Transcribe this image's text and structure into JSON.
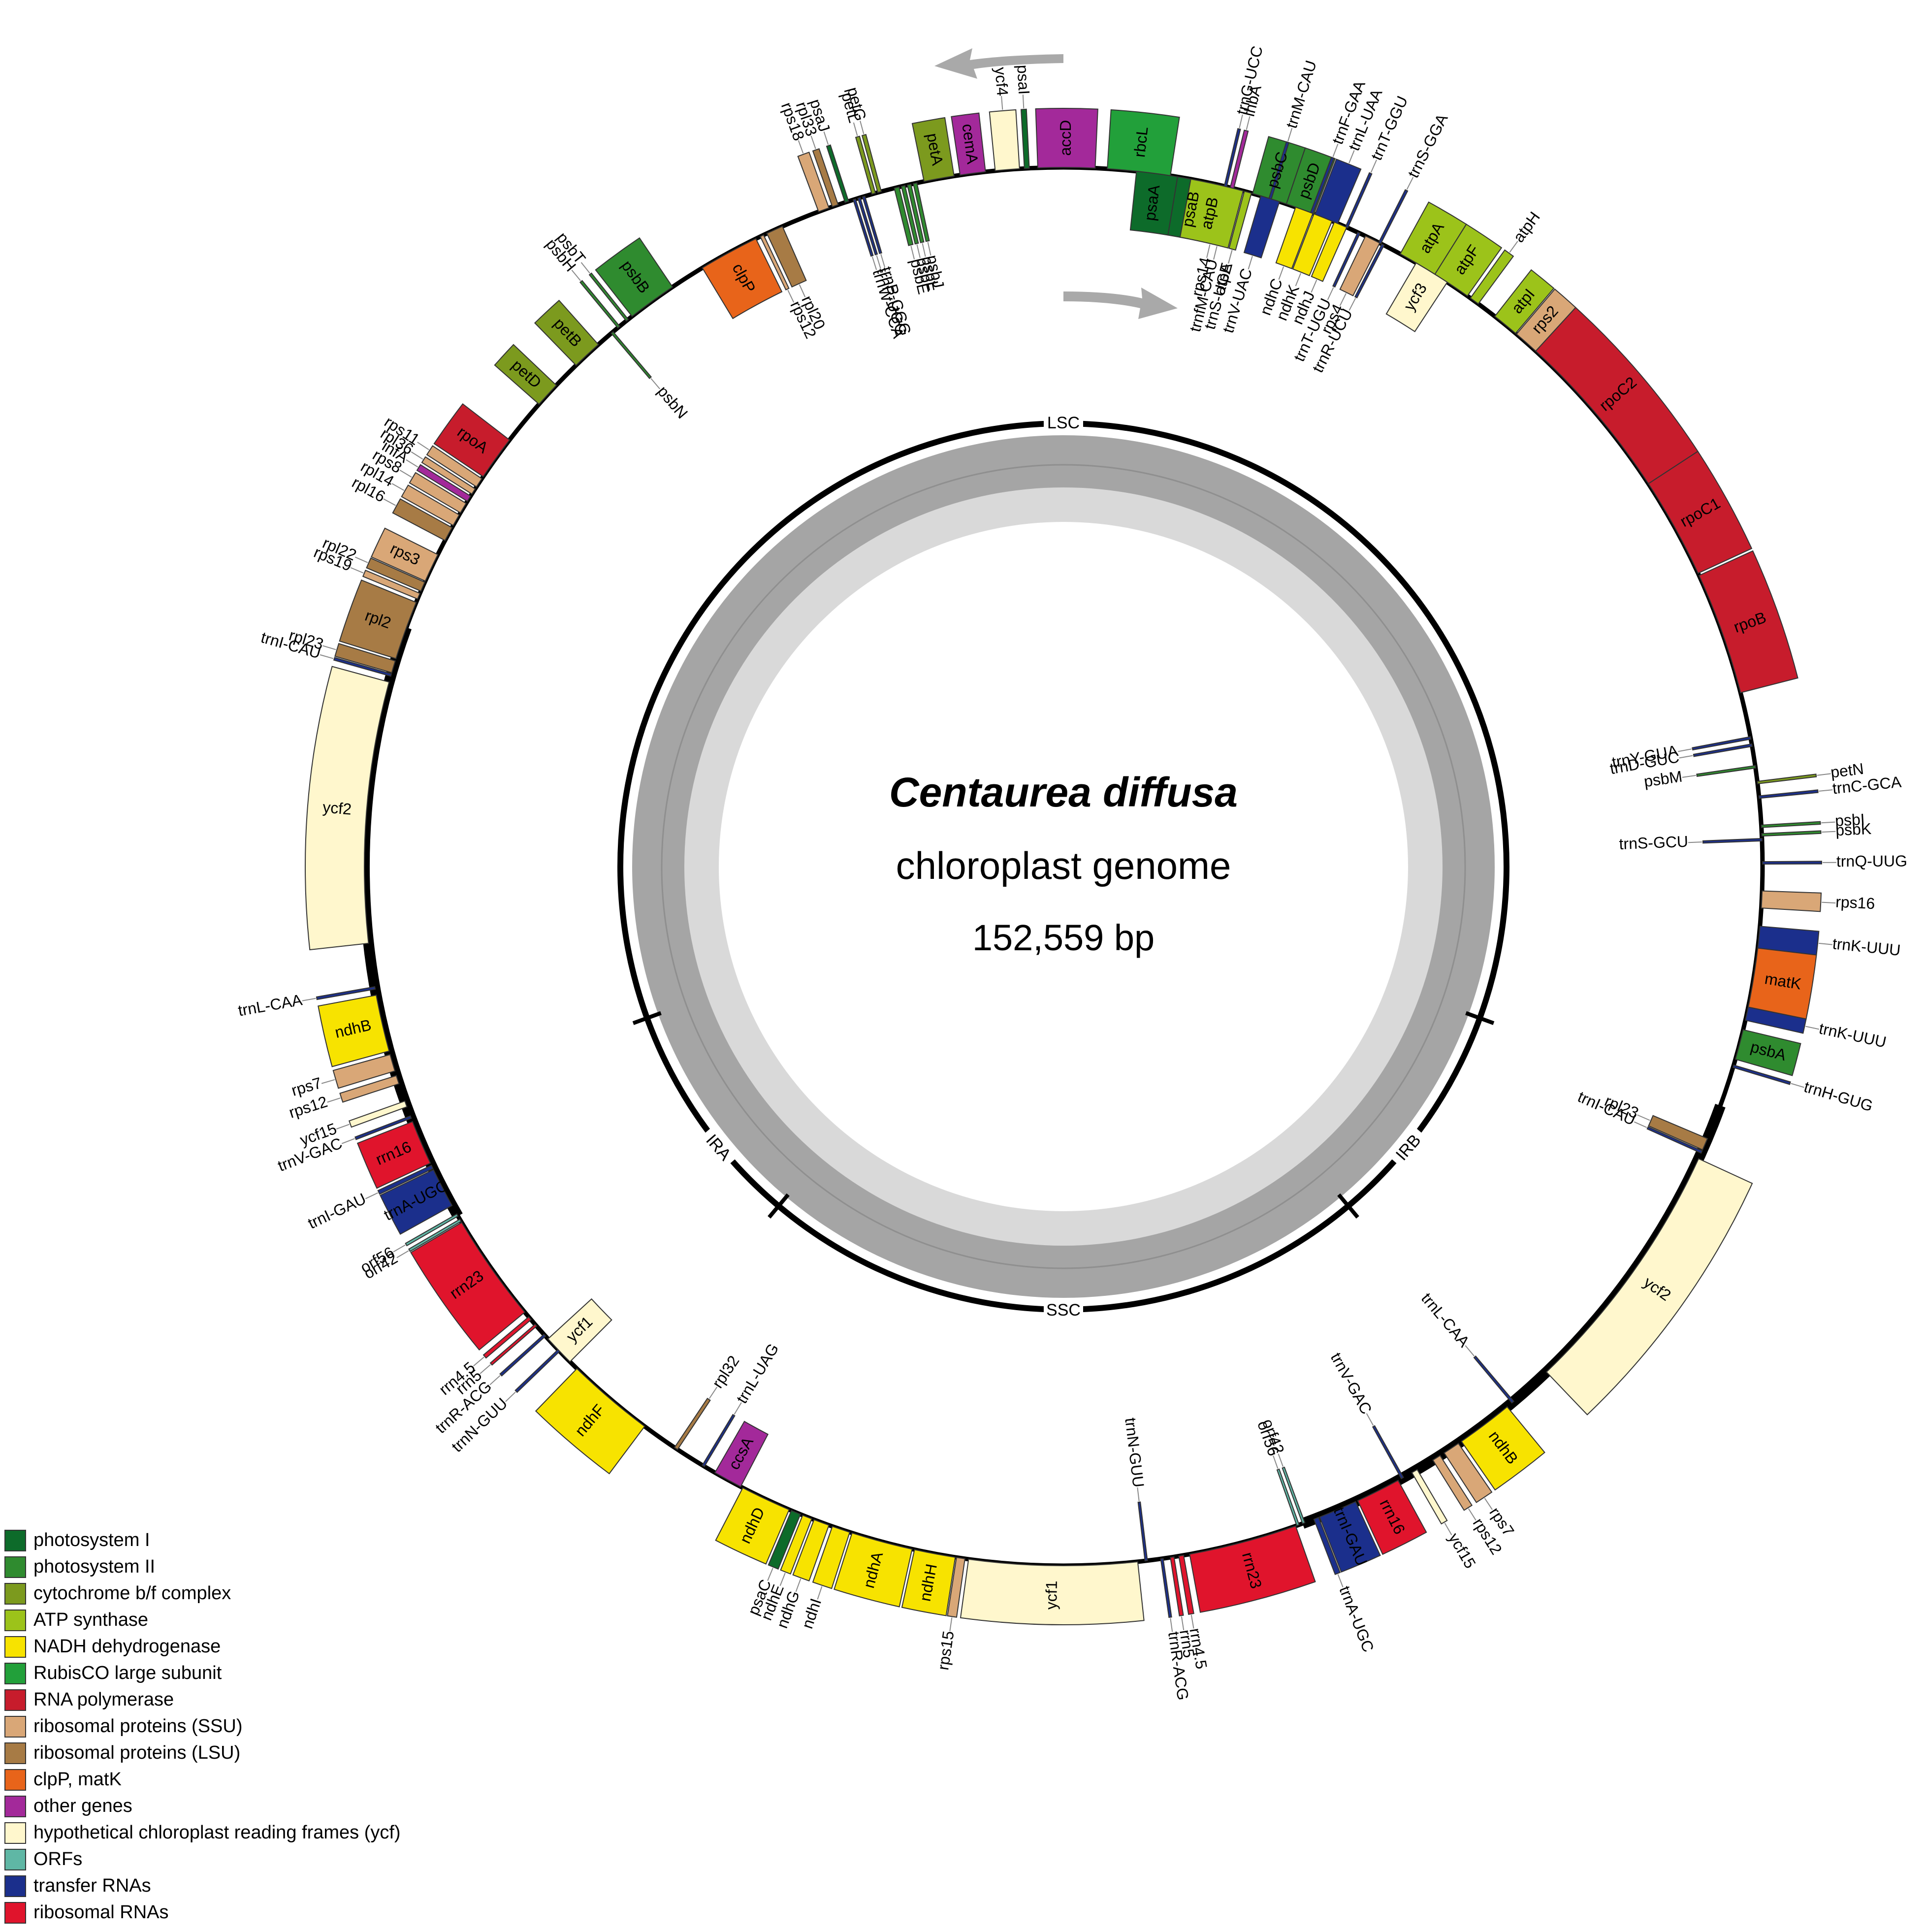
{
  "title": {
    "species": "Centaurea diffusa",
    "subtitle": "chloroplast genome",
    "size": "152,559 bp"
  },
  "regions": [
    "LSC",
    "IRB",
    "SSC",
    "IRA"
  ],
  "colors": {
    "photosystem_I": "#0d6b2a",
    "photosystem_II": "#2f8b2f",
    "cytochrome": "#7c9a1e",
    "atp": "#9cc31a",
    "ndh": "#f7e300",
    "rubisco": "#22a03a",
    "rna_pol": "#c71c2c",
    "rps": "#d9a777",
    "rpl": "#a77b45",
    "clp": "#e8641a",
    "other": "#a3299a",
    "ycf": "#fff7cd",
    "orf": "#5fb7a5",
    "trna": "#1b2f8c",
    "rrna": "#e0142c"
  },
  "legend": [
    {
      "label": "photosystem I",
      "color": "#0d6b2a"
    },
    {
      "label": "photosystem II",
      "color": "#2f8b2f"
    },
    {
      "label": "cytochrome b/f complex",
      "color": "#7c9a1e"
    },
    {
      "label": "ATP synthase",
      "color": "#9cc31a"
    },
    {
      "label": "NADH dehydrogenase",
      "color": "#f7e300"
    },
    {
      "label": "RubisCO large subunit",
      "color": "#22a03a"
    },
    {
      "label": "RNA polymerase",
      "color": "#c71c2c"
    },
    {
      "label": "ribosomal proteins (SSU)",
      "color": "#d9a777"
    },
    {
      "label": "ribosomal proteins (LSU)",
      "color": "#a77b45"
    },
    {
      "label": "clpP, matK",
      "color": "#e8641a"
    },
    {
      "label": "other genes",
      "color": "#a3299a"
    },
    {
      "label": "hypothetical chloroplast reading frames (ycf)",
      "color": "#fff7cd"
    },
    {
      "label": "ORFs",
      "color": "#5fb7a5"
    },
    {
      "label": "transfer RNAs",
      "color": "#1b2f8c"
    },
    {
      "label": "ribosomal RNAs",
      "color": "#e0142c"
    }
  ],
  "genes": [
    {
      "name": "psaA",
      "type": "photosystem_I",
      "s": 6.0,
      "e": 9.4,
      "side": "in"
    },
    {
      "name": "psaB",
      "type": "photosystem_I",
      "s": 9.4,
      "e": 12.7,
      "side": "in"
    },
    {
      "name": "rps14",
      "type": "rps",
      "s": 12.9,
      "e": 13.6,
      "side": "in"
    },
    {
      "name": "trnfM-CAU",
      "type": "trna",
      "s": 13.8,
      "e": 14.0,
      "side": "in"
    },
    {
      "name": "trnS-UGA",
      "type": "trna",
      "s": 15.2,
      "e": 15.4,
      "side": "in"
    },
    {
      "name": "trnG-UCC",
      "type": "trna",
      "s": 13.3,
      "e": 13.5,
      "side": "out"
    },
    {
      "name": "lhbA",
      "type": "other",
      "s": 13.8,
      "e": 14.1,
      "side": "out"
    },
    {
      "name": "psbC",
      "type": "photosystem_II",
      "s": 15.7,
      "e": 18.6,
      "side": "out"
    },
    {
      "name": "psbD",
      "type": "photosystem_II",
      "s": 18.6,
      "e": 21.0,
      "side": "out"
    },
    {
      "name": "trnT-GGU",
      "type": "trna",
      "s": 23.8,
      "e": 24.0,
      "side": "out"
    },
    {
      "name": "trnR-UCU",
      "type": "trna",
      "s": 27.1,
      "e": 27.3,
      "side": "in"
    },
    {
      "name": "atpA",
      "type": "atp",
      "s": 28.8,
      "e": 32.1,
      "side": "out"
    },
    {
      "name": "atpF",
      "type": "atp",
      "s": 32.1,
      "e": 35.3,
      "side": "out"
    },
    {
      "name": "atpH",
      "type": "atp",
      "s": 35.6,
      "e": 36.4,
      "side": "out"
    },
    {
      "name": "atpI",
      "type": "atp",
      "s": 38.1,
      "e": 40.3,
      "side": "out"
    },
    {
      "name": "rps2",
      "type": "rps",
      "s": 40.4,
      "e": 42.5,
      "side": "out"
    },
    {
      "name": "rpoC2",
      "type": "rna_pol",
      "s": 42.5,
      "e": 56.8,
      "side": "out"
    },
    {
      "name": "rpoC1",
      "type": "rna_pol",
      "s": 56.8,
      "e": 65.2,
      "side": "out"
    },
    {
      "name": "rpoB",
      "type": "rna_pol",
      "s": 65.4,
      "e": 75.6,
      "side": "out"
    },
    {
      "name": "trnY-GUA",
      "type": "trna",
      "s": 79.3,
      "e": 79.5,
      "side": "in"
    },
    {
      "name": "trnD-GUC",
      "type": "trna",
      "s": 79.9,
      "e": 80.1,
      "side": "in"
    },
    {
      "name": "psbM",
      "type": "photosystem_II",
      "s": 81.7,
      "e": 81.9,
      "side": "in"
    },
    {
      "name": "petN",
      "type": "cytochrome",
      "s": 83.0,
      "e": 83.2,
      "side": "out"
    },
    {
      "name": "trnC-GCA",
      "type": "trna",
      "s": 84.2,
      "e": 84.4,
      "side": "out"
    },
    {
      "name": "trnS-GCU",
      "type": "trna",
      "s": 87.7,
      "e": 87.9,
      "side": "in"
    },
    {
      "name": "psbI",
      "type": "photosystem_II",
      "s": 86.6,
      "e": 86.8,
      "side": "out"
    },
    {
      "name": "psbK",
      "type": "photosystem_II",
      "s": 87.3,
      "e": 87.5,
      "side": "out"
    },
    {
      "name": "trnQ-UUG",
      "type": "trna",
      "s": 89.6,
      "e": 89.8,
      "side": "out"
    },
    {
      "name": "rps16",
      "type": "rps",
      "s": 92.0,
      "e": 93.4,
      "side": "out"
    },
    {
      "name": "trnK-UUU",
      "type": "trna",
      "s": 94.9,
      "e": 96.7,
      "side": "out"
    },
    {
      "name": "matK",
      "type": "clp",
      "s": 96.7,
      "e": 101.6,
      "side": "out"
    },
    {
      "name": "trnK-UUU",
      "type": "trna",
      "s": 101.6,
      "e": 102.7,
      "side": "out"
    },
    {
      "name": "psbA",
      "type": "photosystem_II",
      "s": 103.5,
      "e": 106.0,
      "side": "out"
    },
    {
      "name": "trnH-GUG",
      "type": "trna",
      "s": 106.5,
      "e": 106.7,
      "side": "out"
    },
    {
      "name": "rpl23",
      "type": "rpl",
      "s": 112.9,
      "e": 113.9,
      "side": "in"
    },
    {
      "name": "trnI-CAU",
      "type": "trna",
      "s": 114.0,
      "e": 114.2,
      "side": "in"
    },
    {
      "name": "ycf2",
      "type": "ycf",
      "s": 114.7,
      "e": 136.3,
      "side": "out"
    },
    {
      "name": "trnL-CAA",
      "type": "trna",
      "s": 139.9,
      "e": 140.1,
      "side": "in"
    },
    {
      "name": "ndhB",
      "type": "ndh",
      "s": 140.6,
      "e": 145.3,
      "side": "out"
    },
    {
      "name": "rps7",
      "type": "rps",
      "s": 145.6,
      "e": 147.0,
      "side": "out"
    },
    {
      "name": "rps12",
      "type": "rps",
      "s": 147.4,
      "e": 148.1,
      "side": "out"
    },
    {
      "name": "ycf15",
      "type": "ycf",
      "s": 149.6,
      "e": 150.1,
      "side": "out"
    },
    {
      "name": "trnV-GAC",
      "type": "trna",
      "s": 150.9,
      "e": 151.1,
      "side": "in"
    },
    {
      "name": "rrn16",
      "type": "rrna",
      "s": 151.4,
      "e": 155.1,
      "side": "out"
    },
    {
      "name": "trnI-GAU",
      "type": "trna",
      "s": 155.3,
      "e": 158.5,
      "side": "out"
    },
    {
      "name": "trnA-UGC",
      "type": "trna",
      "s": 158.6,
      "e": 159.0,
      "side": "out"
    },
    {
      "name": "orf42",
      "type": "orf",
      "s": 159.8,
      "e": 160.0,
      "side": "in"
    },
    {
      "name": "orf56",
      "type": "orf",
      "s": 160.3,
      "e": 160.5,
      "side": "in"
    },
    {
      "name": "rrn23",
      "type": "rrna",
      "s": 160.6,
      "e": 169.6,
      "side": "out"
    },
    {
      "name": "rrn4.5",
      "type": "rrna",
      "s": 170.1,
      "e": 170.5,
      "side": "out"
    },
    {
      "name": "rrn5",
      "type": "rrna",
      "s": 170.9,
      "e": 171.2,
      "side": "out"
    },
    {
      "name": "trnR-ACG",
      "type": "trna",
      "s": 171.8,
      "e": 172.0,
      "side": "out"
    },
    {
      "name": "trnN-GUU",
      "type": "trna",
      "s": 173.1,
      "e": 173.3,
      "side": "in"
    },
    {
      "name": "ycf1",
      "type": "ycf",
      "s": 173.9,
      "e": 187.8,
      "side": "out"
    },
    {
      "name": "rps15",
      "type": "rps",
      "s": 188.1,
      "e": 188.8,
      "side": "out"
    },
    {
      "name": "ndhH",
      "type": "ndh",
      "s": 188.9,
      "e": 192.3,
      "side": "out"
    },
    {
      "name": "ndhA",
      "type": "ndh",
      "s": 192.5,
      "e": 197.6,
      "side": "out"
    },
    {
      "name": "ndhI",
      "type": "ndh",
      "s": 197.8,
      "e": 199.3,
      "side": "out"
    },
    {
      "name": "ndhG",
      "type": "ndh",
      "s": 199.6,
      "e": 200.9,
      "side": "out"
    },
    {
      "name": "ndhE",
      "type": "ndh",
      "s": 201.1,
      "e": 201.9,
      "side": "out"
    },
    {
      "name": "psaC",
      "type": "photosystem_I",
      "s": 202.1,
      "e": 202.9,
      "side": "out"
    },
    {
      "name": "ndhD",
      "type": "ndh",
      "s": 203.1,
      "e": 207.3,
      "side": "out"
    },
    {
      "name": "ccsA",
      "type": "other",
      "s": 207.5,
      "e": 209.9,
      "side": "in"
    },
    {
      "name": "trnL-UAG",
      "type": "trna",
      "s": 210.9,
      "e": 211.1,
      "side": "in"
    },
    {
      "name": "rpl32",
      "type": "rpl",
      "s": 213.5,
      "e": 213.8,
      "side": "in"
    },
    {
      "name": "ndhF",
      "type": "ndh",
      "s": 216.8,
      "e": 224.1,
      "side": "out"
    },
    {
      "name": "trnN-GUU",
      "type": "trna",
      "s": 226.1,
      "e": 226.3,
      "side": "out"
    },
    {
      "name": "ycf1",
      "type": "ycf",
      "s": 224.9,
      "e": 227.5,
      "side": "in"
    },
    {
      "name": "trnR-ACG",
      "type": "trna",
      "s": 227.8,
      "e": 228.0,
      "side": "out"
    },
    {
      "name": "rrn5",
      "type": "rrna",
      "s": 228.9,
      "e": 229.1,
      "side": "out"
    },
    {
      "name": "rrn4.5",
      "type": "rrna",
      "s": 229.6,
      "e": 229.9,
      "side": "out"
    },
    {
      "name": "rrn23",
      "type": "rrna",
      "s": 230.4,
      "e": 239.4,
      "side": "out"
    },
    {
      "name": "orf42",
      "type": "orf",
      "s": 239.5,
      "e": 239.7,
      "side": "out"
    },
    {
      "name": "orf56",
      "type": "orf",
      "s": 240.0,
      "e": 240.2,
      "side": "out"
    },
    {
      "name": "trnA-UGC",
      "type": "trna",
      "s": 241.0,
      "e": 244.3,
      "side": "out"
    },
    {
      "name": "trnI-GAU",
      "type": "trna",
      "s": 244.4,
      "e": 244.7,
      "side": "out"
    },
    {
      "name": "rrn16",
      "type": "rrna",
      "s": 244.9,
      "e": 248.6,
      "side": "out"
    },
    {
      "name": "trnV-GAC",
      "type": "trna",
      "s": 248.9,
      "e": 249.1,
      "side": "out"
    },
    {
      "name": "ycf15",
      "type": "ycf",
      "s": 249.9,
      "e": 250.4,
      "side": "out"
    },
    {
      "name": "rps12",
      "type": "rps",
      "s": 251.9,
      "e": 252.6,
      "side": "out"
    },
    {
      "name": "rps7",
      "type": "rps",
      "s": 253.0,
      "e": 254.4,
      "side": "out"
    },
    {
      "name": "ndhB",
      "type": "ndh",
      "s": 254.7,
      "e": 259.4,
      "side": "out"
    },
    {
      "name": "trnL-CAA",
      "type": "trna",
      "s": 259.9,
      "e": 260.1,
      "side": "out"
    },
    {
      "name": "ycf2",
      "type": "ycf",
      "s": 263.7,
      "e": 285.3,
      "side": "out"
    },
    {
      "name": "trnI-CAU",
      "type": "trna",
      "s": 285.8,
      "e": 286.0,
      "side": "out"
    },
    {
      "name": "rpl23",
      "type": "rpl",
      "s": 286.1,
      "e": 287.1,
      "side": "out"
    },
    {
      "name": "rpl2",
      "type": "rpl",
      "s": 287.3,
      "e": 292.2,
      "side": "out"
    },
    {
      "name": "rps19",
      "type": "rps",
      "s": 292.5,
      "e": 293.0,
      "side": "out"
    },
    {
      "name": "rpl22",
      "type": "rpl",
      "s": 293.2,
      "e": 294.0,
      "side": "out"
    },
    {
      "name": "rps3",
      "type": "rps",
      "s": 294.1,
      "e": 296.5,
      "side": "out"
    },
    {
      "name": "rpl16",
      "type": "rpl",
      "s": 297.8,
      "e": 299.0,
      "side": "out"
    },
    {
      "name": "rpl14",
      "type": "rps",
      "s": 299.2,
      "e": 300.2,
      "side": "out"
    },
    {
      "name": "rps8",
      "type": "rps",
      "s": 300.4,
      "e": 301.3,
      "side": "out"
    },
    {
      "name": "infA",
      "type": "other",
      "s": 301.5,
      "e": 302.0,
      "side": "out"
    },
    {
      "name": "rpl36",
      "type": "rps",
      "s": 302.2,
      "e": 302.7,
      "side": "out"
    },
    {
      "name": "rps11",
      "type": "rps",
      "s": 302.9,
      "e": 303.7,
      "side": "out"
    },
    {
      "name": "rpoA",
      "type": "rna_pol",
      "s": 303.9,
      "e": 307.6,
      "side": "out"
    },
    {
      "name": "petD",
      "type": "cytochrome",
      "s": 311.4,
      "e": 313.5,
      "side": "out"
    },
    {
      "name": "petB",
      "type": "cytochrome",
      "s": 315.8,
      "e": 318.3,
      "side": "out"
    },
    {
      "name": "psbN",
      "type": "photosystem_II",
      "s": 319.7,
      "e": 319.9,
      "side": "in"
    },
    {
      "name": "psbH",
      "type": "photosystem_II",
      "s": 320.4,
      "e": 320.6,
      "side": "out"
    },
    {
      "name": "psbT",
      "type": "photosystem_II",
      "s": 321.3,
      "e": 321.5,
      "side": "out"
    },
    {
      "name": "psbB",
      "type": "photosystem_II",
      "s": 321.9,
      "e": 326.0,
      "side": "out"
    },
    {
      "name": "clpP",
      "type": "clp",
      "s": 328.9,
      "e": 333.9,
      "side": "in"
    },
    {
      "name": "rps12",
      "type": "rps",
      "s": 334.3,
      "e": 334.6,
      "side": "in"
    },
    {
      "name": "rpl20",
      "type": "rpl",
      "s": 334.9,
      "e": 336.3,
      "side": "in"
    },
    {
      "name": "rps18",
      "type": "rps",
      "s": 339.5,
      "e": 340.4,
      "side": "out"
    },
    {
      "name": "rpl33",
      "type": "rpl",
      "s": 340.7,
      "e": 341.2,
      "side": "out"
    },
    {
      "name": "psaJ",
      "type": "photosystem_I",
      "s": 341.8,
      "e": 342.1,
      "side": "out"
    },
    {
      "name": "trnW-CCA",
      "type": "trna",
      "s": 342.5,
      "e": 342.7,
      "side": "in"
    },
    {
      "name": "trnP-UGG",
      "type": "trna",
      "s": 342.9,
      "e": 343.1,
      "side": "in"
    },
    {
      "name": "trnP-GGG",
      "type": "trna",
      "s": 343.3,
      "e": 343.5,
      "side": "in"
    },
    {
      "name": "petL",
      "type": "cytochrome",
      "s": 344.1,
      "e": 344.4,
      "side": "out"
    },
    {
      "name": "petG",
      "type": "cytochrome",
      "s": 344.6,
      "e": 344.9,
      "side": "out"
    },
    {
      "name": "psbE",
      "type": "photosystem_II",
      "s": 346.0,
      "e": 346.4,
      "side": "in"
    },
    {
      "name": "psbF",
      "type": "photosystem_II",
      "s": 346.6,
      "e": 346.9,
      "side": "in"
    },
    {
      "name": "psbL",
      "type": "photosystem_II",
      "s": 347.1,
      "e": 347.4,
      "side": "in"
    },
    {
      "name": "psbJ",
      "type": "photosystem_II",
      "s": 347.6,
      "e": 347.9,
      "side": "in"
    },
    {
      "name": "petA",
      "type": "cytochrome",
      "s": 348.5,
      "e": 351.0,
      "side": "out"
    },
    {
      "name": "cemA",
      "type": "other",
      "s": 351.5,
      "e": 353.6,
      "side": "out"
    },
    {
      "name": "ycf4",
      "type": "ycf",
      "s": 354.4,
      "e": 356.4,
      "side": "out"
    },
    {
      "name": "psaI",
      "type": "photosystem_I",
      "s": 356.8,
      "e": 357.2,
      "side": "out"
    },
    {
      "name": "accD",
      "type": "other",
      "s": 357.9,
      "e": 362.6,
      "side": "out"
    },
    {
      "name": "rbcL",
      "type": "rubisco",
      "s": 363.6,
      "e": 368.8,
      "side": "out"
    },
    {
      "name": "atpB",
      "type": "atp",
      "s": 370.5,
      "e": 374.9,
      "side": "in"
    },
    {
      "name": "atpE",
      "type": "atp",
      "s": 375.0,
      "e": 375.6,
      "side": "in"
    },
    {
      "name": "trnM-CAU",
      "type": "trna",
      "s": 377.1,
      "e": 377.3,
      "side": "out"
    },
    {
      "name": "trnV-UAC",
      "type": "trna",
      "s": 376.4,
      "e": 378.0,
      "side": "in"
    },
    {
      "name": "ndhC",
      "type": "ndh",
      "s": 379.4,
      "e": 380.9,
      "side": "in"
    },
    {
      "name": "ndhK",
      "type": "ndh",
      "s": 381.0,
      "e": 382.6,
      "side": "in"
    },
    {
      "name": "ndhJ",
      "type": "ndh",
      "s": 382.8,
      "e": 383.9,
      "side": "in"
    },
    {
      "name": "trnF-GAA",
      "type": "trna",
      "s": 380.7,
      "e": 380.9,
      "side": "out"
    },
    {
      "name": "trnL-UAA",
      "type": "trna",
      "s": 381.1,
      "e": 383.1,
      "side": "out"
    },
    {
      "name": "trnT-UGU",
      "type": "trna",
      "s": 384.9,
      "e": 385.1,
      "side": "in"
    },
    {
      "name": "rps4",
      "type": "rps",
      "s": 385.6,
      "e": 386.9,
      "side": "in"
    },
    {
      "name": "trnS-GGA",
      "type": "trna",
      "s": 386.8,
      "e": 387.0,
      "side": "out"
    },
    {
      "name": "ycf3",
      "type": "ycf",
      "s": 390.3,
      "e": 393.3,
      "side": "in"
    }
  ]
}
